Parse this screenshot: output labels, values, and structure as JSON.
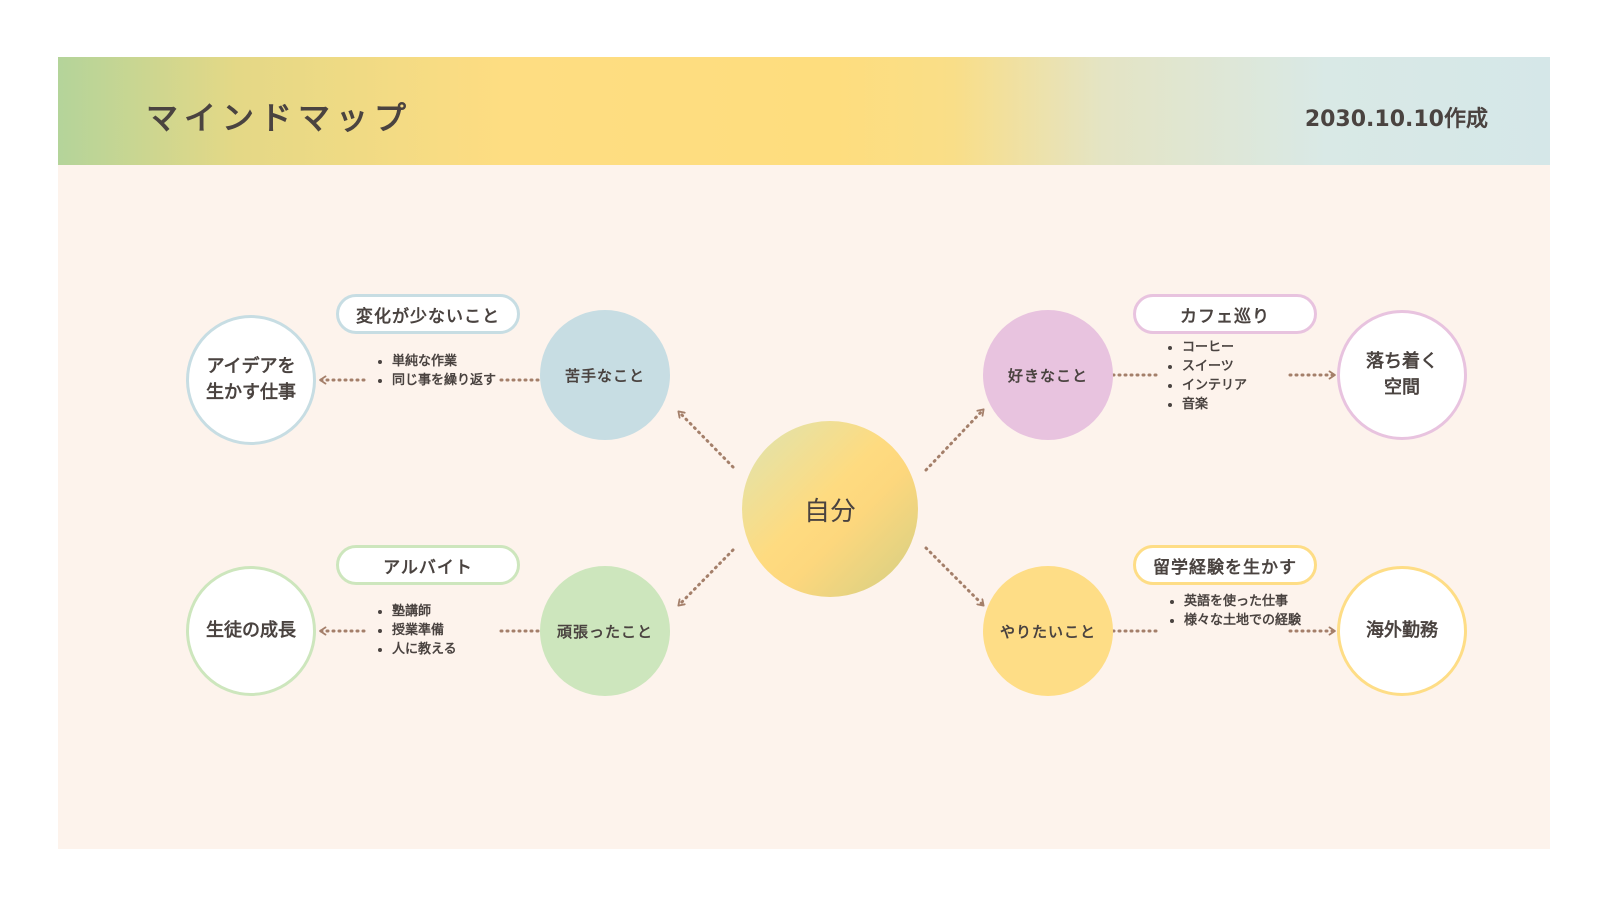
{
  "header": {
    "title": "マインドマップ",
    "date": "2030.10.10作成"
  },
  "colors": {
    "blue": "#c7dde3",
    "pink": "#e8c3df",
    "green": "#cde6bd",
    "yellow": "#fedd86",
    "connector": "#a47f6a",
    "background": "#fdf3ec"
  },
  "center": {
    "label": "自分"
  },
  "branches": {
    "dislike": {
      "node": "苦手なこと",
      "tag": "変化が少ないこと",
      "notes": [
        "単純な作業",
        "同じ事を繰り返す"
      ],
      "result": [
        "アイデアを",
        "生かす仕事"
      ]
    },
    "effort": {
      "node": "頑張ったこと",
      "tag": "アルバイト",
      "notes": [
        "塾講師",
        "授業準備",
        "人に教える"
      ],
      "result": [
        "生徒の成長"
      ]
    },
    "like": {
      "node": "好きなこと",
      "tag": "カフェ巡り",
      "notes": [
        "コーヒー",
        "スイーツ",
        "インテリア",
        "音楽"
      ],
      "result": [
        "落ち着く",
        "空間"
      ]
    },
    "want": {
      "node": "やりたいこと",
      "tag": "留学経験を生かす",
      "notes": [
        "英語を使った仕事",
        "様々な土地での経験"
      ],
      "result": [
        "海外勤務"
      ]
    }
  }
}
